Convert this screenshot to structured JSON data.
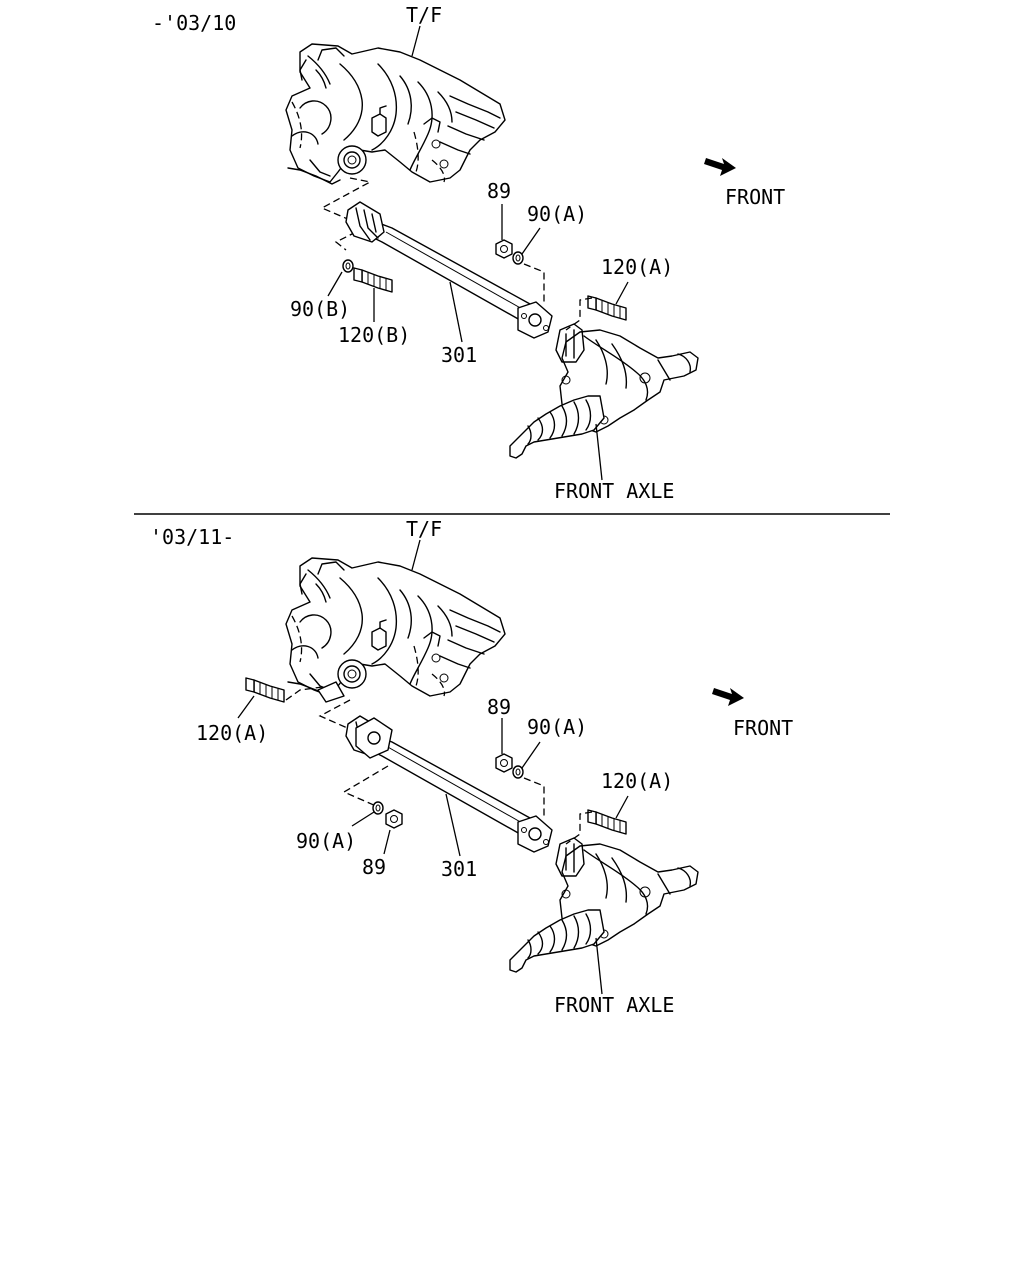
{
  "sections": [
    {
      "id": "upper",
      "period": "-'03/10",
      "labels": {
        "tf": "T/F",
        "front": "FRONT",
        "p89": "89",
        "p90a": "90(A)",
        "p120a": "120(A)",
        "p90b": "90(B)",
        "p120b": "120(B)",
        "p301": "301",
        "front_axle": "FRONT AXLE"
      }
    },
    {
      "id": "lower",
      "period": "'03/11-",
      "labels": {
        "tf": "T/F",
        "front": "FRONT",
        "p120a_left": "120(A)",
        "p89": "89",
        "p90a": "90(A)",
        "p120a": "120(A)",
        "p90a_left": "90(A)",
        "p89_left": "89",
        "p301": "301",
        "front_axle": "FRONT AXLE"
      }
    }
  ],
  "icons": {
    "direction_arrow": "arrow-icon"
  }
}
